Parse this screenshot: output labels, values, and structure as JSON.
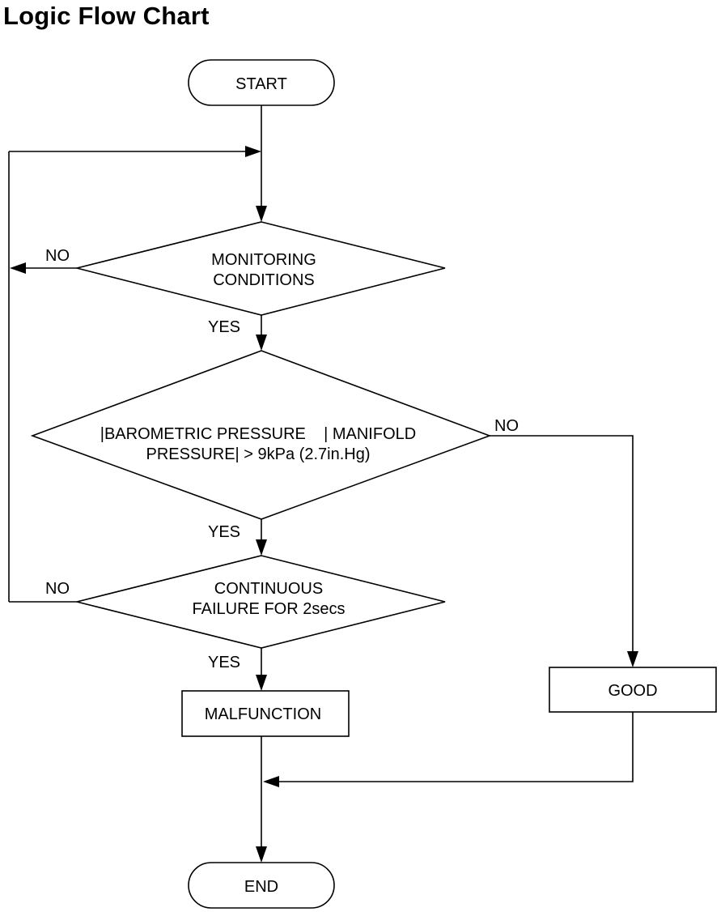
{
  "title": "Logic Flow Chart",
  "nodes": {
    "start": "START",
    "monitoring_line1": "MONITORING",
    "monitoring_line2": "CONDITIONS",
    "pressure_line1": "|BAROMETRIC PRESSURE    | MANIFOLD",
    "pressure_line2": "PRESSURE| > 9kPa (2.7in.Hg)",
    "continuous_line1": "CONTINUOUS",
    "continuous_line2": "FAILURE FOR 2secs",
    "malfunction": "MALFUNCTION",
    "good": "GOOD",
    "end": "END"
  },
  "labels": {
    "monitoring_no": "NO",
    "monitoring_yes": "YES",
    "pressure_no": "NO",
    "pressure_yes": "YES",
    "continuous_no": "NO",
    "continuous_yes": "YES"
  }
}
